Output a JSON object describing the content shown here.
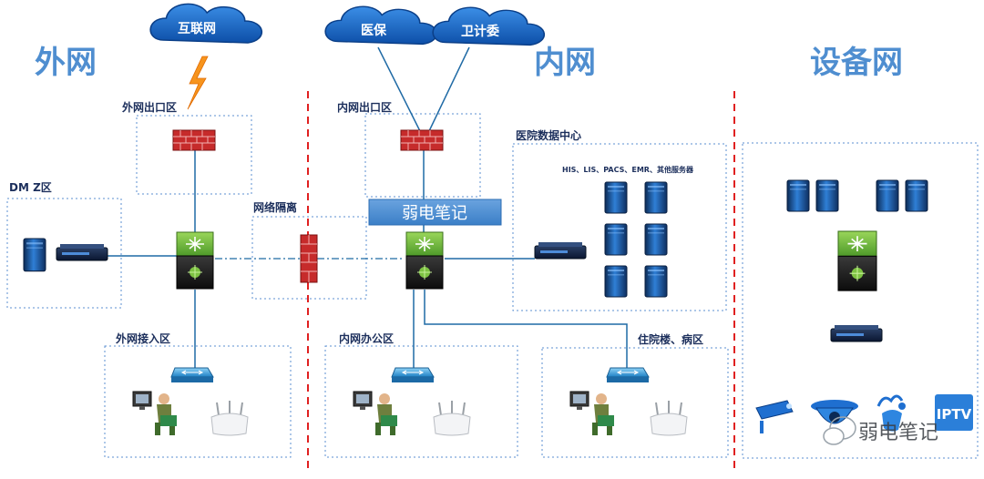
{
  "zones": {
    "external": "外网",
    "internal": "内网",
    "device": "设备网"
  },
  "clouds": {
    "internet": "互联网",
    "medical_insurance": "医保",
    "health_commission": "卫计委"
  },
  "regions": {
    "ext_exit": "外网出口区",
    "int_exit": "内网出口区",
    "dmz": "DM Z区",
    "isolation": "网络隔离",
    "datacenter": "医院数据中心",
    "datacenter_note": "HIS、LIS、PACS、EMR、其他服务器",
    "ext_access": "外网接入区",
    "int_office": "内网办公区",
    "inpatient": "住院楼、病区"
  },
  "banner": "弱电笔记",
  "watermark": "弱电笔记",
  "iptv_label": "IPTV",
  "colors": {
    "zone_title": "#4f8ed0",
    "cloud": "#1f6fd0",
    "link": "#1f6aa5",
    "divider": "#e02020",
    "firewall": "#c62b2b",
    "switch_green": "#7dc242",
    "banner_bg": "#4f8ed0"
  }
}
